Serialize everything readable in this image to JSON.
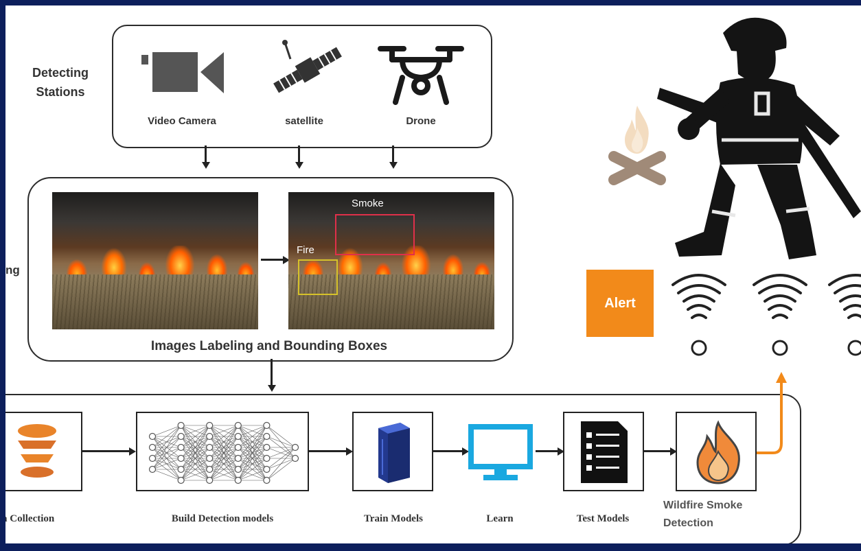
{
  "stations": {
    "title": "Detecting\nStations",
    "items": [
      {
        "label": "Video Camera",
        "icon": "video-camera-icon"
      },
      {
        "label": "satellite",
        "icon": "satellite-icon"
      },
      {
        "label": "Drone",
        "icon": "drone-icon"
      }
    ]
  },
  "labeling": {
    "side_label": "ng",
    "caption": "Images Labeling and Bounding Boxes",
    "box_smoke": "Smoke",
    "box_fire": "Fire"
  },
  "pipeline": {
    "steps": [
      {
        "label": "ta Collection",
        "icon": "data-collection-icon"
      },
      {
        "label": "Build Detection models",
        "icon": "neural-network-icon"
      },
      {
        "label": "Train Models",
        "icon": "server-icon"
      },
      {
        "label": "Learn",
        "icon": "monitor-icon"
      },
      {
        "label": "Test Models",
        "icon": "checklist-icon"
      },
      {
        "label": "Wildfire Smoke\nDetection",
        "icon": "flame-icon"
      }
    ]
  },
  "alert": {
    "label": "Alert",
    "color": "#f28a1a"
  },
  "colors": {
    "accent_orange": "#f28a1a",
    "smoke_box": "#e0304a",
    "fire_box": "#d6c22a",
    "monitor_blue": "#1aa8e0",
    "server_blue": "#2a4aa8",
    "frame_border": "#0d1f5c"
  }
}
